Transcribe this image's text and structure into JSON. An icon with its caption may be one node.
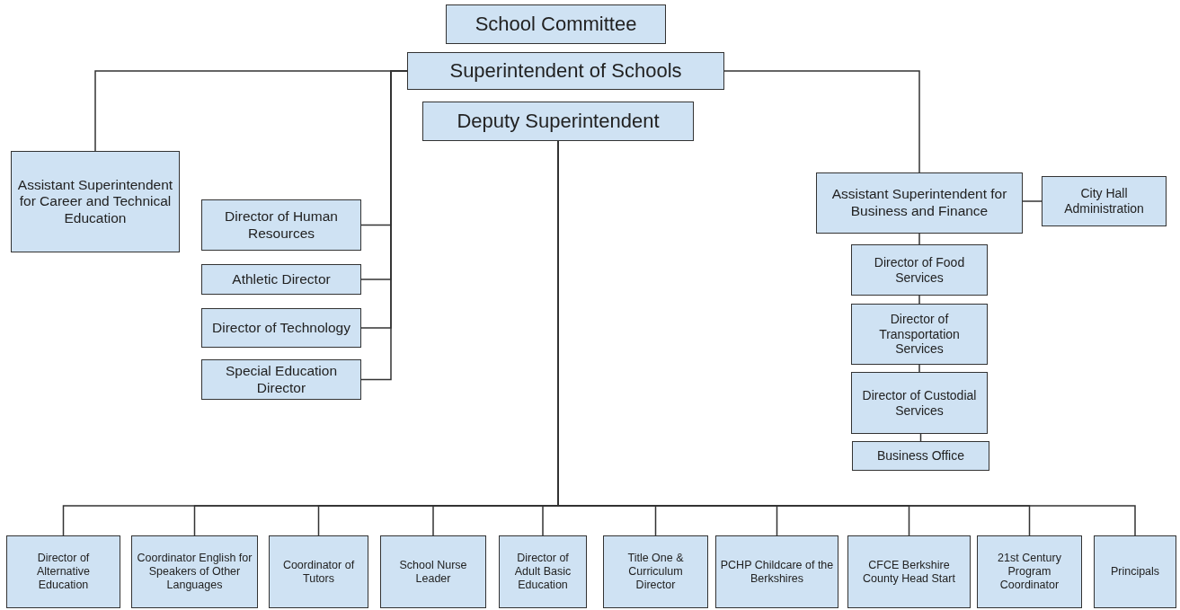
{
  "diagram": {
    "nodes": [
      {
        "text": [
          "School Committee"
        ]
      },
      {
        "text": [
          "Superintendent of Schools"
        ]
      },
      {
        "text": [
          "Deputy Superintendent"
        ]
      },
      {
        "text": [
          "Assistant Superintendent for Career and Technical Education"
        ]
      },
      {
        "text": [
          "Director of Human Resources"
        ]
      },
      {
        "text": [
          "Athletic Director"
        ]
      },
      {
        "text": [
          "Director of Technology"
        ]
      },
      {
        "text": [
          "Special Education Director"
        ]
      },
      {
        "text": [
          "Assistant Superintendent for Business and Finance"
        ]
      },
      {
        "text": [
          "City Hall Administration"
        ]
      },
      {
        "text": [
          "Director of Food Services"
        ]
      },
      {
        "text": [
          "Director of Transportation Services"
        ]
      },
      {
        "text": [
          "Director of Custodial Services"
        ]
      },
      {
        "text": [
          "Business Office"
        ]
      },
      {
        "text": [
          "Director of Alternative Education"
        ]
      },
      {
        "text": [
          "Coordinator English for Speakers of Other Languages"
        ]
      },
      {
        "text": [
          "Coordinator of Tutors"
        ]
      },
      {
        "text": [
          "School Nurse Leader"
        ]
      },
      {
        "text": [
          "Director of Adult Basic Education"
        ]
      },
      {
        "text": [
          "Title One & Curriculum Director"
        ]
      },
      {
        "text": [
          "PCHP Childcare of the Berkshires"
        ]
      },
      {
        "text": [
          "CFCE Berkshire County Head Start"
        ]
      },
      {
        "text": [
          "21st Century Program Coordinator"
        ]
      },
      {
        "text": [
          "Principals"
        ]
      }
    ],
    "edges": [
      {
        "from": 1,
        "to": 3,
        "arrow": "none"
      },
      {
        "from": 1,
        "to": 4,
        "arrow": "none"
      },
      {
        "from": 1,
        "to": 5,
        "arrow": "none"
      },
      {
        "from": 1,
        "to": 6,
        "arrow": "none"
      },
      {
        "from": 1,
        "to": 7,
        "arrow": "none"
      },
      {
        "from": 1,
        "to": 8,
        "arrow": "none"
      },
      {
        "from": 8,
        "to": 9,
        "arrow": "none"
      },
      {
        "from": 8,
        "to": 10,
        "arrow": "none"
      },
      {
        "from": 10,
        "to": 11,
        "arrow": "none"
      },
      {
        "from": 11,
        "to": 12,
        "arrow": "none"
      },
      {
        "from": 12,
        "to": 13,
        "arrow": "none"
      },
      {
        "from": 2,
        "to": 14,
        "arrow": "none"
      },
      {
        "from": 2,
        "to": 15,
        "arrow": "none"
      },
      {
        "from": 2,
        "to": 16,
        "arrow": "none"
      },
      {
        "from": 2,
        "to": 17,
        "arrow": "none"
      },
      {
        "from": 2,
        "to": 18,
        "arrow": "none"
      },
      {
        "from": 2,
        "to": 19,
        "arrow": "none"
      },
      {
        "from": 2,
        "to": 20,
        "arrow": "none"
      },
      {
        "from": 2,
        "to": 21,
        "arrow": "none"
      },
      {
        "from": 2,
        "to": 22,
        "arrow": "none"
      },
      {
        "from": 2,
        "to": 23,
        "arrow": "none"
      }
    ]
  }
}
